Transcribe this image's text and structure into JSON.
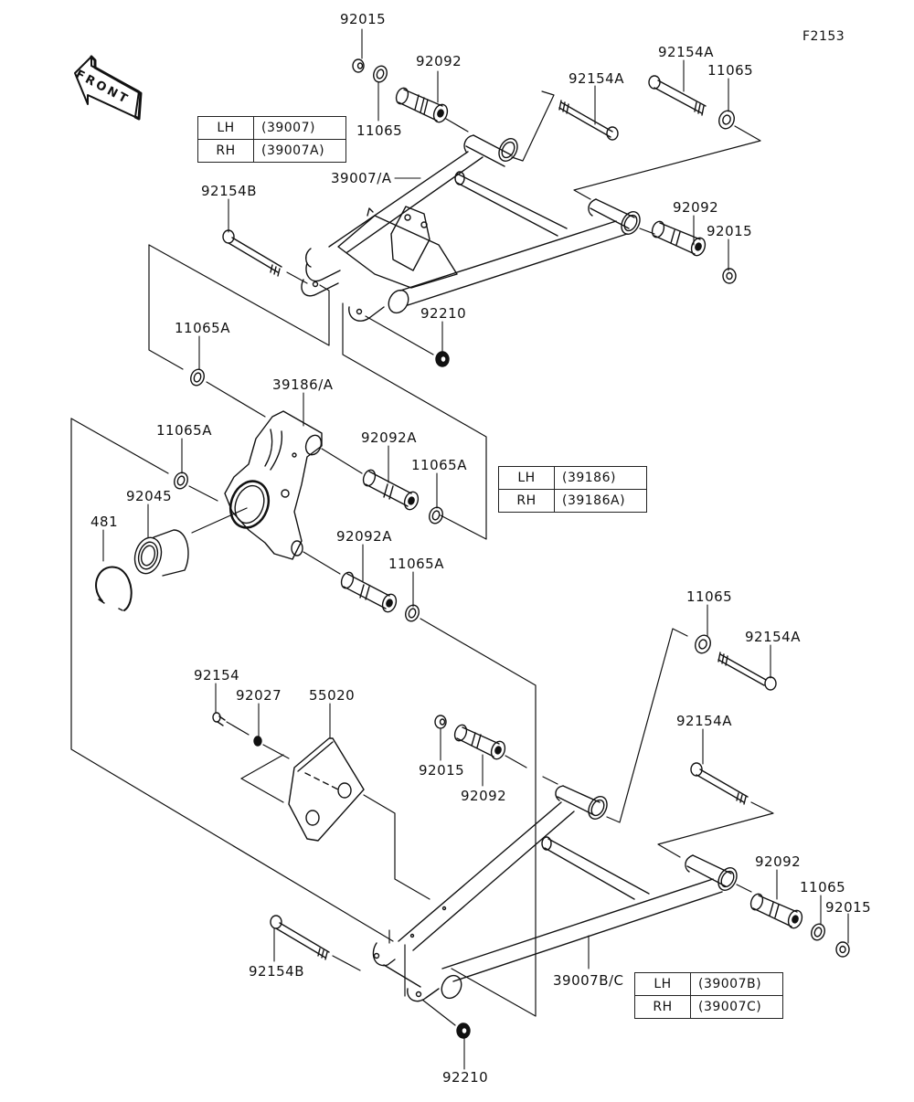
{
  "figure_id": "F2153",
  "front_arrow": {
    "label": "FRONT",
    "icon": "front-direction-arrow-icon"
  },
  "tables": [
    {
      "name": "upper-arm-table",
      "rows": [
        {
          "side": "LH",
          "part": "(39007)"
        },
        {
          "side": "RH",
          "part": "(39007A)"
        }
      ]
    },
    {
      "name": "knuckle-table",
      "rows": [
        {
          "side": "LH",
          "part": "(39186)"
        },
        {
          "side": "RH",
          "part": "(39186A)"
        }
      ]
    },
    {
      "name": "lower-arm-table",
      "rows": [
        {
          "side": "LH",
          "part": "(39007B)"
        },
        {
          "side": "RH",
          "part": "(39007C)"
        }
      ]
    }
  ],
  "callouts": [
    {
      "id": "c1",
      "part": "92015"
    },
    {
      "id": "c2",
      "part": "92092"
    },
    {
      "id": "c3",
      "part": "11065"
    },
    {
      "id": "c4",
      "part": "92154A"
    },
    {
      "id": "c5",
      "part": "92154A"
    },
    {
      "id": "c6",
      "part": "11065"
    },
    {
      "id": "c7",
      "part": "39007/A"
    },
    {
      "id": "c8",
      "part": "92154B"
    },
    {
      "id": "c9",
      "part": "92092"
    },
    {
      "id": "c10",
      "part": "92015"
    },
    {
      "id": "c11",
      "part": "92210"
    },
    {
      "id": "c12",
      "part": "11065A"
    },
    {
      "id": "c13",
      "part": "39186/A"
    },
    {
      "id": "c14",
      "part": "11065A"
    },
    {
      "id": "c15",
      "part": "92092A"
    },
    {
      "id": "c16",
      "part": "11065A"
    },
    {
      "id": "c17",
      "part": "92045"
    },
    {
      "id": "c18",
      "part": "481"
    },
    {
      "id": "c19",
      "part": "92092A"
    },
    {
      "id": "c20",
      "part": "11065A"
    },
    {
      "id": "c21",
      "part": "11065"
    },
    {
      "id": "c22",
      "part": "92154A"
    },
    {
      "id": "c23",
      "part": "92154"
    },
    {
      "id": "c24",
      "part": "92027"
    },
    {
      "id": "c25",
      "part": "55020"
    },
    {
      "id": "c26",
      "part": "92015"
    },
    {
      "id": "c27",
      "part": "92092"
    },
    {
      "id": "c28",
      "part": "92154A"
    },
    {
      "id": "c29",
      "part": "92092"
    },
    {
      "id": "c30",
      "part": "11065"
    },
    {
      "id": "c31",
      "part": "92015"
    },
    {
      "id": "c32",
      "part": "92154B"
    },
    {
      "id": "c33",
      "part": "39007B/C"
    },
    {
      "id": "c34",
      "part": "92210"
    }
  ]
}
